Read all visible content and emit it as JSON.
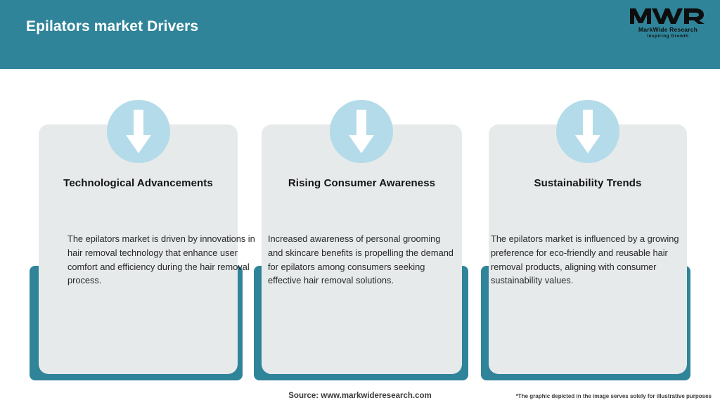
{
  "header": {
    "title": "Epilators market Drivers",
    "bg_color": "#2f8499",
    "title_color": "#ffffff"
  },
  "logo": {
    "mark": "MWR",
    "name": "MarkWide Research",
    "tagline": "Inspiring Growth"
  },
  "cards": [
    {
      "icon": "arrow-down-icon",
      "title": "Technological Advancements",
      "body": "The epilators market is driven by innovations in hair removal technology that enhance user comfort and efficiency during the hair removal process."
    },
    {
      "icon": "arrow-down-icon",
      "title": "Rising Consumer Awareness",
      "body": "Increased awareness of personal grooming and skincare benefits is propelling the demand for epilators among consumers seeking effective hair removal solutions."
    },
    {
      "icon": "arrow-down-icon",
      "title": "Sustainability Trends",
      "body": "The epilators market is influenced by a growing preference for eco-friendly and reusable hair removal products, aligning with consumer sustainability values."
    }
  ],
  "footer": {
    "source": "Source: www.markwideresearch.com",
    "disclaimer": "*The graphic depicted in the image serves solely for illustrative purposes"
  },
  "colors": {
    "teal": "#2f8499",
    "card_bg": "#e7eaeb",
    "icon_circle": "#b4dbe9",
    "arrow": "#ffffff"
  }
}
